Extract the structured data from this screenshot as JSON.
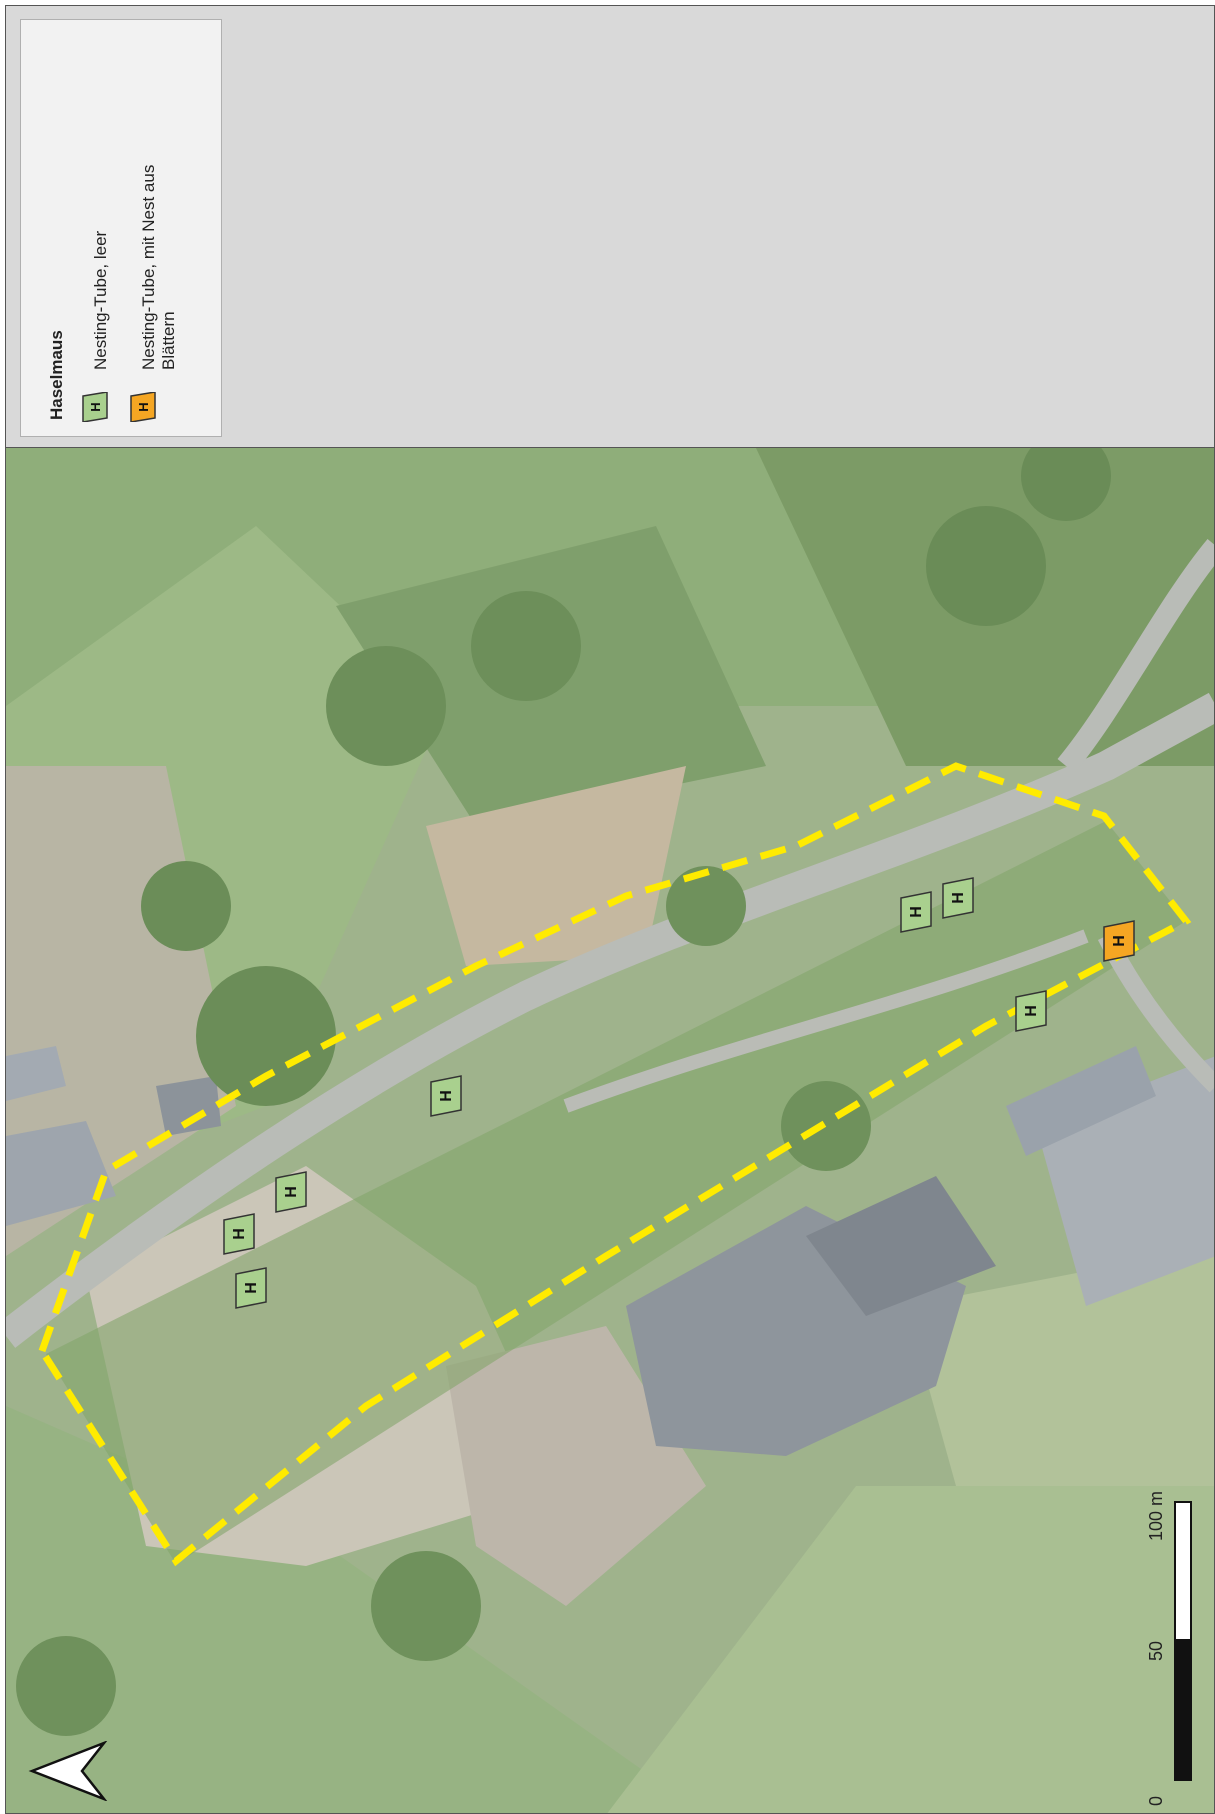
{
  "legend": {
    "title": "Haselmaus",
    "items": [
      {
        "label": "Nesting-Tube, leer",
        "symbol_letter": "H",
        "color": "#a9d08e"
      },
      {
        "label": "Nesting-Tube, mit Nest aus Blättern",
        "symbol_letter": "H",
        "color": "#f5a623"
      }
    ]
  },
  "scale_bar": {
    "labels": [
      "0",
      "50",
      "100 m"
    ]
  },
  "north_arrow": {
    "icon": "north-arrow-icon"
  },
  "colors": {
    "boundary": "#ffeb00",
    "tube_empty": "#a9d08e",
    "tube_nest": "#f5a623"
  }
}
